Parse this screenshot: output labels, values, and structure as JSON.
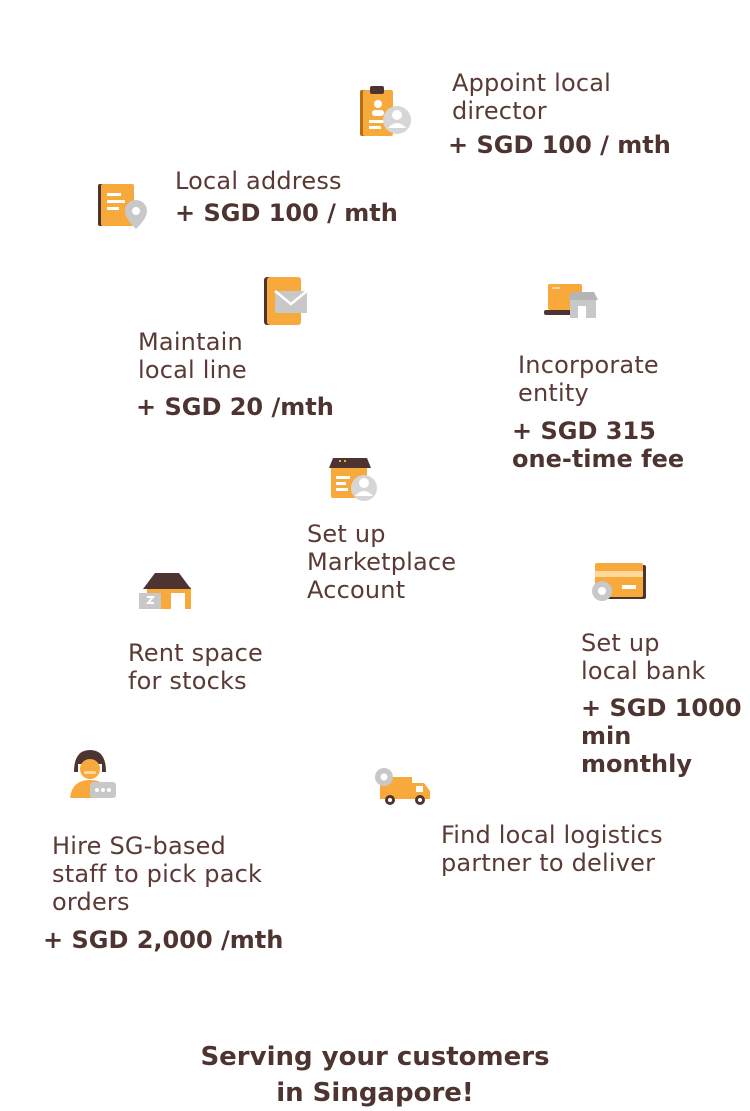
{
  "items": {
    "director": {
      "label": "Appoint local\ndirector",
      "fee": "+ SGD 100 / mth",
      "icon": "director-badge-icon"
    },
    "address": {
      "label": "Local address",
      "fee": "+ SGD 100 / mth",
      "icon": "address-location-icon"
    },
    "line": {
      "label": "Maintain\nlocal line",
      "fee": "+ SGD 20 /mth",
      "icon": "mail-line-icon"
    },
    "entity": {
      "label": "Incorporate\nentity",
      "fee": "+ SGD 315\none-time fee",
      "icon": "laptop-store-icon"
    },
    "marketplace": {
      "label": "Set up\nMarketplace\nAccount",
      "icon": "marketplace-account-icon"
    },
    "space": {
      "label": "Rent space\nfor stocks",
      "icon": "warehouse-icon"
    },
    "bank": {
      "label": "Set up\nlocal bank",
      "fee": "+ SGD 1000\nmin monthly",
      "icon": "bank-card-icon"
    },
    "staff": {
      "label": "Hire SG-based\nstaff to pick pack\norders",
      "fee": "+ SGD 2,000 /mth",
      "icon": "staff-chat-icon"
    },
    "logistics": {
      "label": "Find local logistics\npartner to deliver",
      "icon": "delivery-truck-icon"
    }
  },
  "footer": "Serving your customers\nin Singapore!",
  "colors": {
    "orange": "#f7a93b",
    "dark": "#4e3430",
    "grey": "#c8c8c8"
  }
}
